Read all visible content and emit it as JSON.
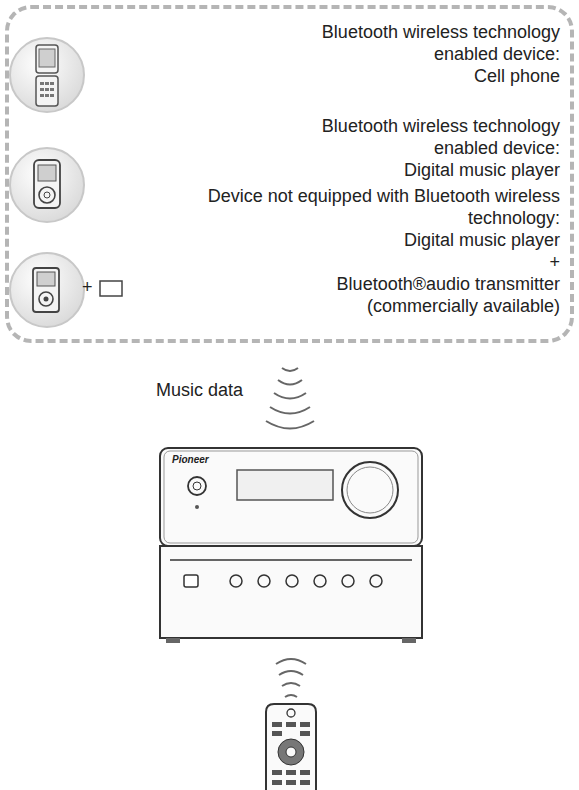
{
  "diagram": {
    "nodes": [
      {
        "text": [
          "Bluetooth wireless technology enabled device:",
          "Cell phone",
          "Bluetooth wireless technology enabled device:",
          "Digital music player",
          "Device not equipped with Bluetooth wireless technology:",
          "Digital music player",
          "+",
          "Bluetooth®audio transmitter (commercially available)"
        ]
      }
    ],
    "labels": [
      "+",
      "Music data",
      "Pioneer"
    ]
  }
}
